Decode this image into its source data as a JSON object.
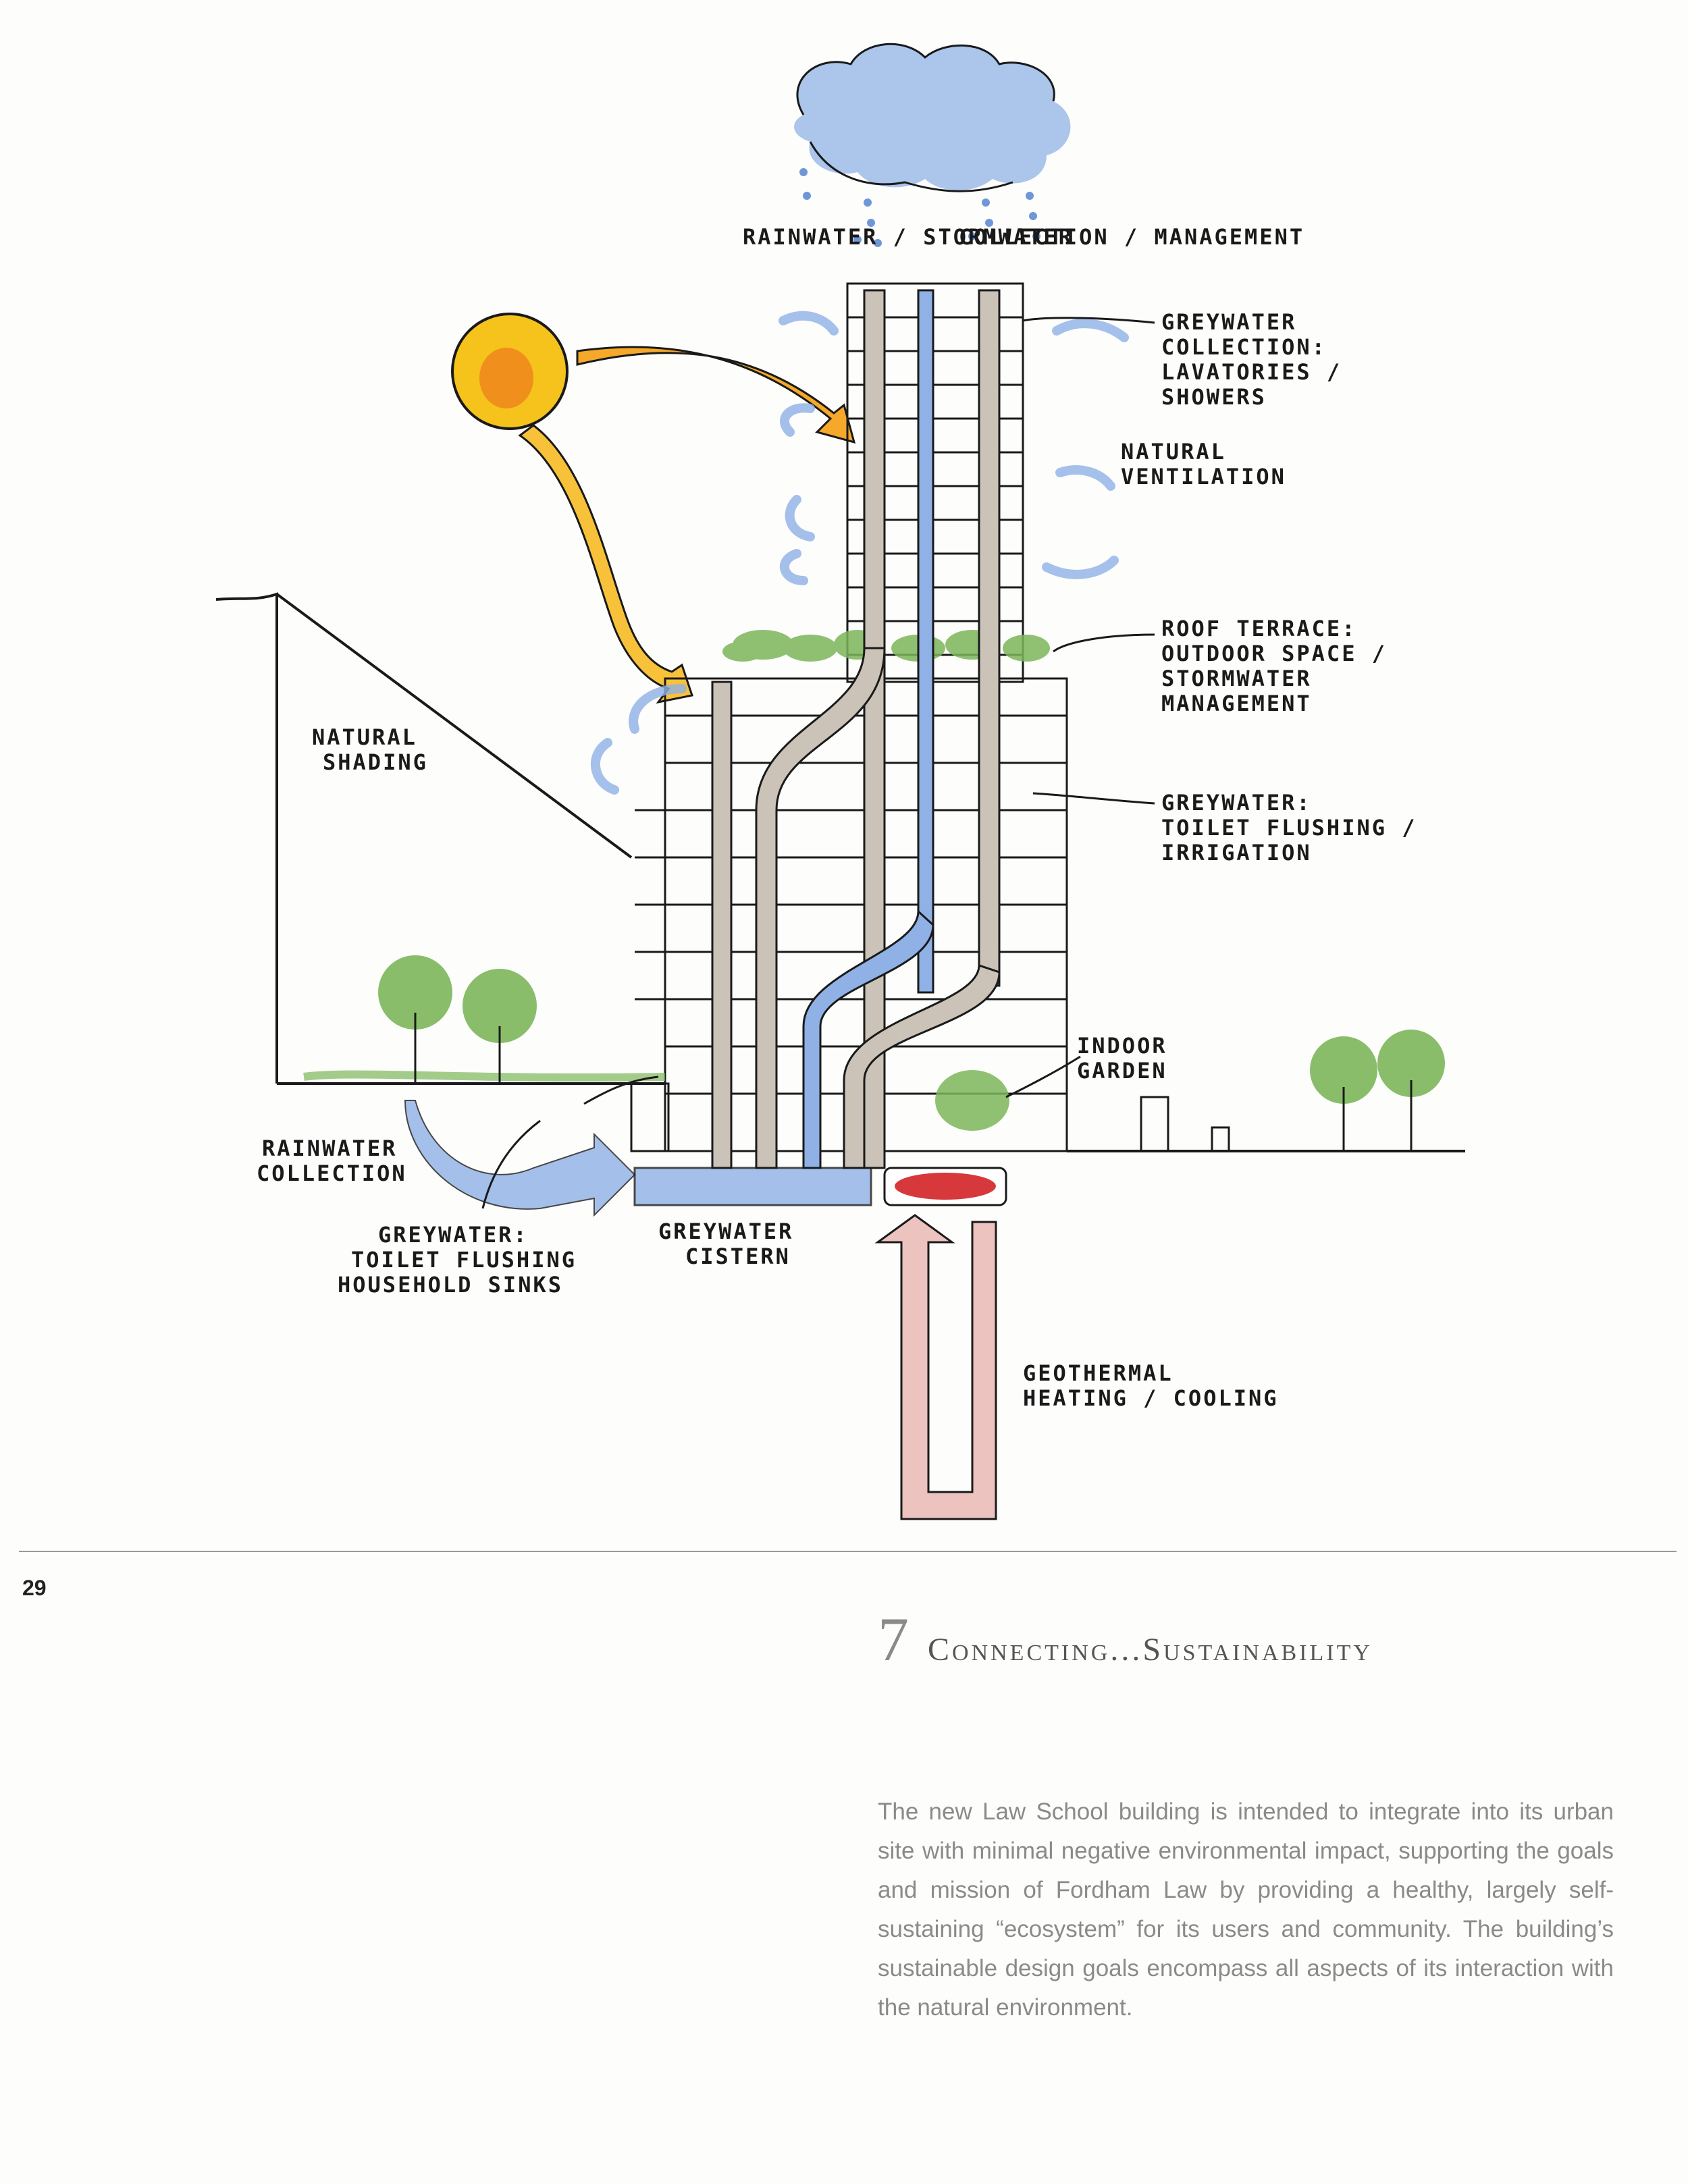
{
  "diagram": {
    "labels": {
      "rainwater_stormwater": "RAINWATER / STORMWATER",
      "collection_management": "COLLECTION / MANAGEMENT",
      "greywater_collection_1": "GREYWATER",
      "greywater_collection_2": "COLLECTION:",
      "greywater_collection_3": "LAVATORIES /",
      "greywater_collection_4": "SHOWERS",
      "natural_ventilation_1": "NATURAL",
      "natural_ventilation_2": "VENTILATION",
      "roof_terrace_1": "ROOF TERRACE:",
      "roof_terrace_2": "OUTDOOR SPACE /",
      "roof_terrace_3": "STORMWATER",
      "roof_terrace_4": "MANAGEMENT",
      "natural_shading_1": "NATURAL",
      "natural_shading_2": "SHADING",
      "greywater_toilet_1": "GREYWATER:",
      "greywater_toilet_2": "TOILET FLUSHING /",
      "greywater_toilet_3": "IRRIGATION",
      "indoor_garden_1": "INDOOR",
      "indoor_garden_2": "GARDEN",
      "rainwater_collection_1": "RAINWATER",
      "rainwater_collection_2": "COLLECTION",
      "greywater_sinks_1": "GREYWATER:",
      "greywater_sinks_2": "TOILET FLUSHING",
      "greywater_sinks_3": "HOUSEHOLD SINKS",
      "greywater_cistern_1": "GREYWATER",
      "greywater_cistern_2": "CISTERN",
      "geothermal_1": "GEOTHERMAL",
      "geothermal_2": "HEATING / COOLING"
    },
    "colors": {
      "water_blue": "#8fb1e6",
      "sun_yellow": "#f6c21c",
      "sun_orange": "#f08a1c",
      "plant_green": "#7cb65a",
      "geothermal_red": "#d6383c",
      "geothermal_pink": "#ecc3bf",
      "pipe_grey": "#cbc3b8",
      "ink": "#1a1a1a"
    }
  },
  "page_number": "29",
  "section": {
    "number": "7",
    "title": "Connecting...Sustainability"
  },
  "body": "The new Law School building is intended to integrate into its urban site with minimal negative environmental impact, supporting the goals and mission of Fordham Law by providing a healthy, largely self-sustaining “ecosystem” for its users and community. The building’s sustainable design goals encompass all aspects of its interaction with the natural environment."
}
